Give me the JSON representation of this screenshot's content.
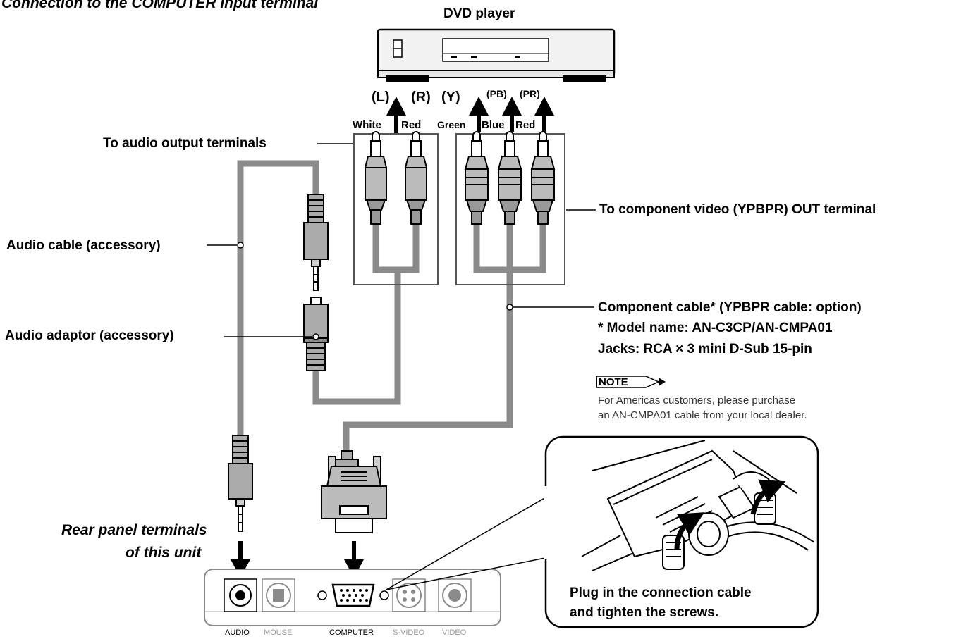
{
  "heading": "Connection to the COMPUTER input terminal",
  "dvd_player": "DVD player",
  "audio_channels": {
    "left": "(L)",
    "right": "(R)"
  },
  "video_channels": {
    "y": "(Y)",
    "pb": "(PB)",
    "pr": "(PR)"
  },
  "cable_colors": {
    "white": "White",
    "red": "Red",
    "green": "Green",
    "blue": "Blue",
    "red2": "Red"
  },
  "labels": {
    "audio_output": "To audio output terminals",
    "audio_cable": "Audio cable (accessory)",
    "audio_adaptor": "Audio adaptor (accessory)",
    "component_out": "To component video (YPBPR) OUT terminal",
    "component_cable": "Component cable* (YPBPR cable: option)",
    "model_name": "* Model name: AN-C3CP/AN-CMPA01",
    "jacks": "Jacks: RCA × 3 mini D-Sub 15-pin",
    "rear_panel_1": "Rear panel terminals",
    "rear_panel_2": "of this unit"
  },
  "note": {
    "badge": "NOTE",
    "line1": "For Americas customers, please purchase",
    "line2": "an AN-CMPA01 cable from your local dealer."
  },
  "callout": {
    "line1": "Plug in the connection cable",
    "line2": "and tighten the screws."
  },
  "terminals": [
    "AUDIO",
    "MOUSE",
    "COMPUTER",
    "S-VIDEO",
    "VIDEO"
  ]
}
